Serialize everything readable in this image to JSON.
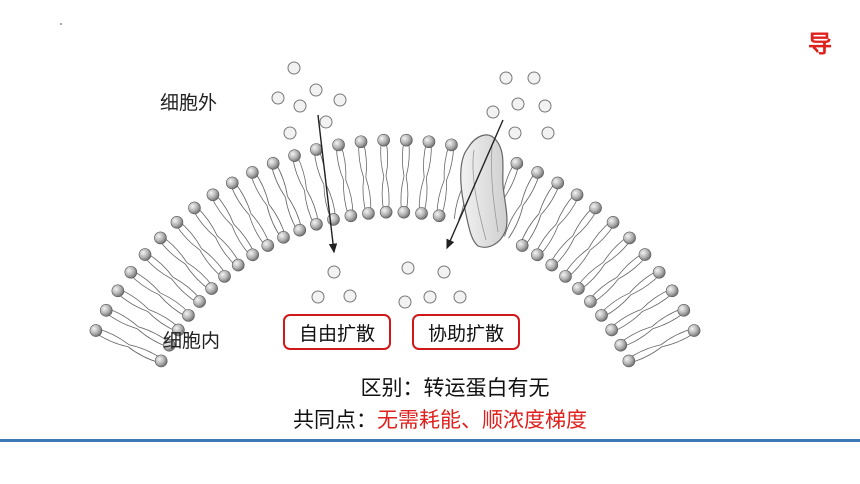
{
  "corner_mark": "导",
  "labels": {
    "outside": "细胞外",
    "inside": "细胞内"
  },
  "boxes": {
    "free_diffusion": "自由扩散",
    "facilitated_diffusion": "协助扩散"
  },
  "summary": {
    "difference": "区别：转运蛋白有无",
    "common_prefix": "共同点：",
    "common_value": "无需耗能、顺浓度梯度"
  },
  "colors": {
    "accent_red": "#e0201c",
    "rule_blue": "#3d78b4"
  }
}
